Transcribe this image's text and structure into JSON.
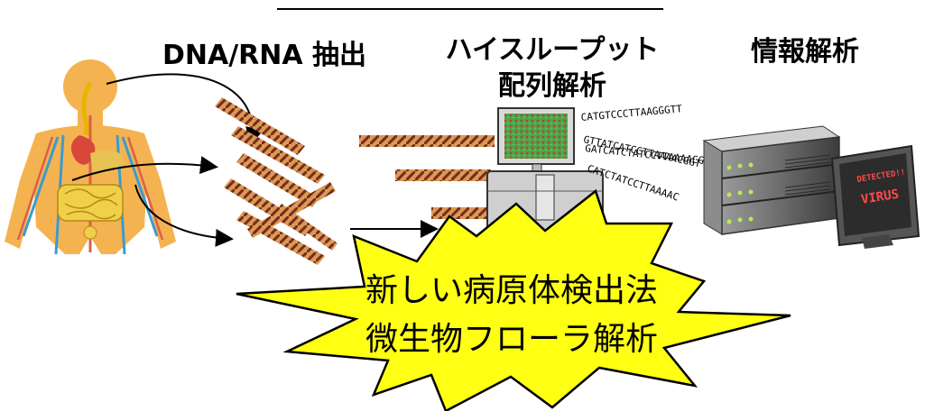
{
  "steps": {
    "extract": "DNA/RNA 抽出",
    "sequencing_line1": "ハイスループット",
    "sequencing_line2": "配列解析",
    "analysis": "情報解析"
  },
  "sequence_reads": [
    "CATGTCCCTTAAGGGTT",
    "GTTATCATCCTTAAAACGGT",
    "GATCATCTATCCTTAAAACGGTA",
    "CATCTATCCTTAAAAC"
  ],
  "monitor": {
    "line1": "DETECTED!!",
    "line2": "VIRUS"
  },
  "burst": {
    "line1": "新しい病原体検出法",
    "line2": "微生物フローラ解析"
  }
}
